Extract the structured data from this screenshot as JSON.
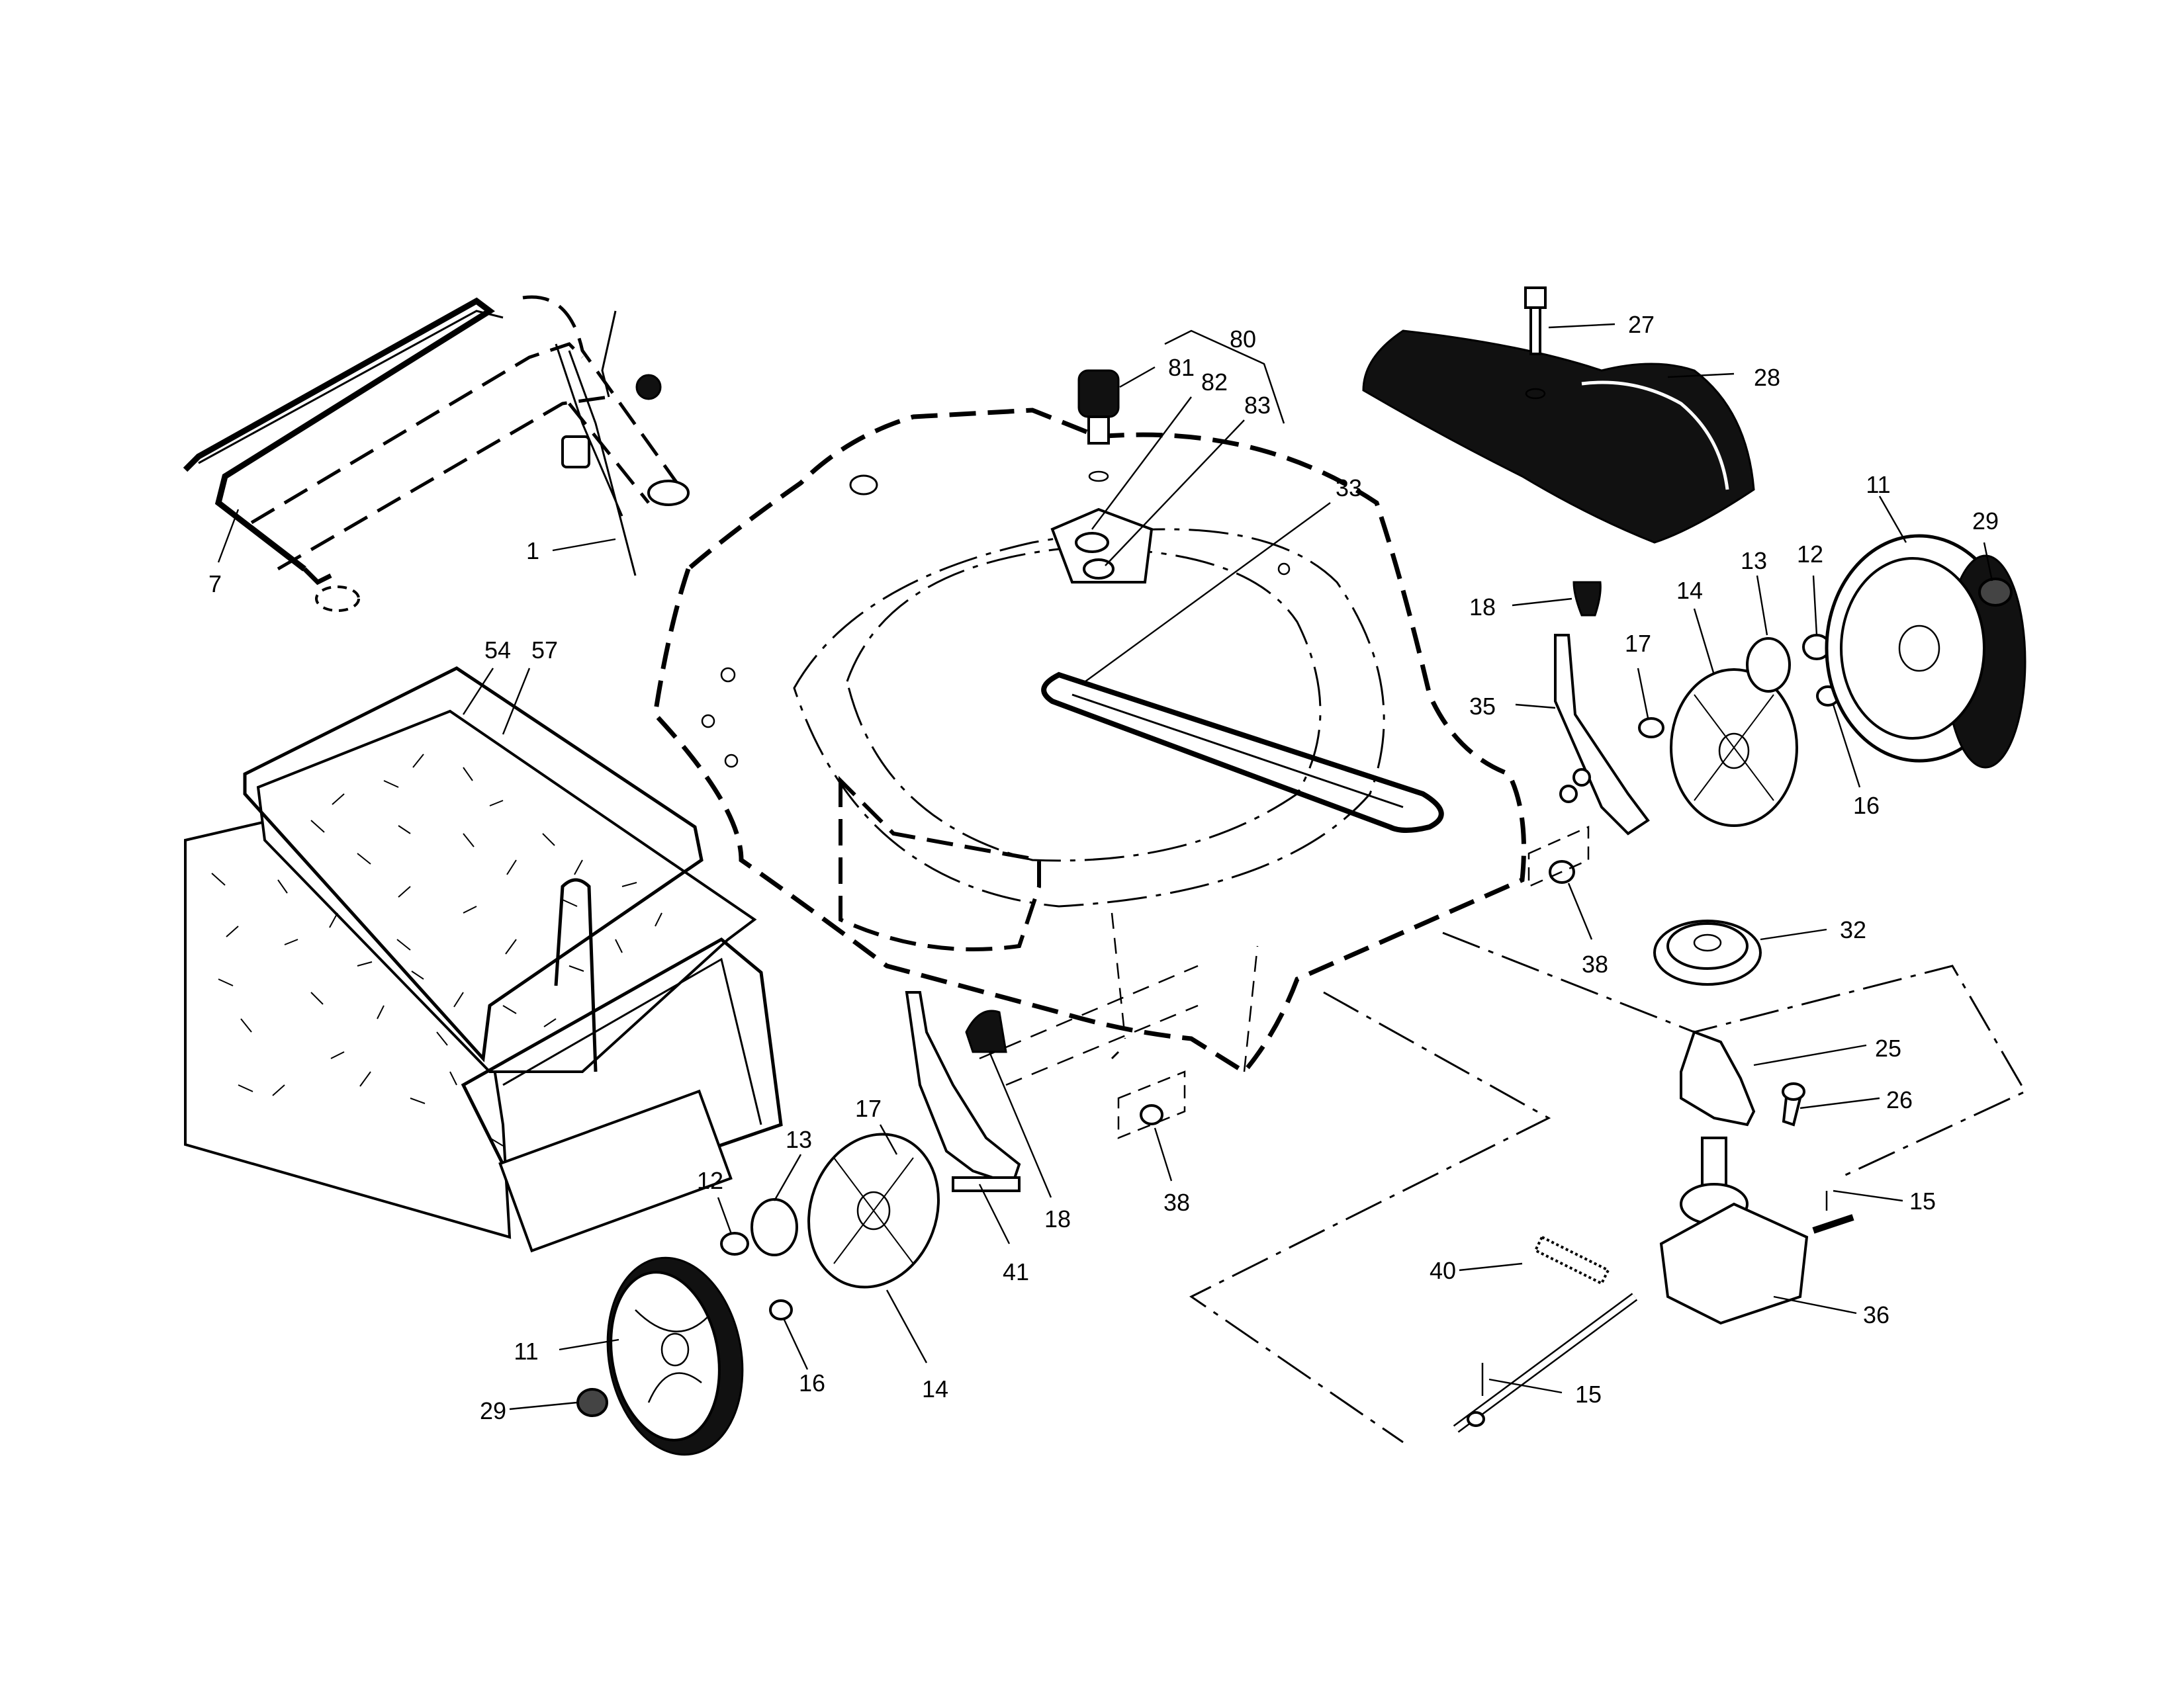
{
  "callouts": {
    "c1": "1",
    "c7": "7",
    "c54": "54",
    "c57": "57",
    "c80": "80",
    "c81": "81",
    "c82": "82",
    "c83": "83",
    "c33": "33",
    "c27": "27",
    "c28": "28",
    "c11a": "11",
    "c29a": "29",
    "c18a": "18",
    "c14a": "14",
    "c13a": "13",
    "c12a": "12",
    "c17a": "17",
    "c35": "35",
    "c16a": "16",
    "c38a": "38",
    "c32": "32",
    "c25": "25",
    "c26": "26",
    "c15a": "15",
    "c40": "40",
    "c36": "36",
    "c15b": "15",
    "c38b": "38",
    "c18b": "18",
    "c17b": "17",
    "c13b": "13",
    "c12b": "12",
    "c41": "41",
    "c14b": "14",
    "c16b": "16",
    "c11b": "11",
    "c29b": "29"
  }
}
